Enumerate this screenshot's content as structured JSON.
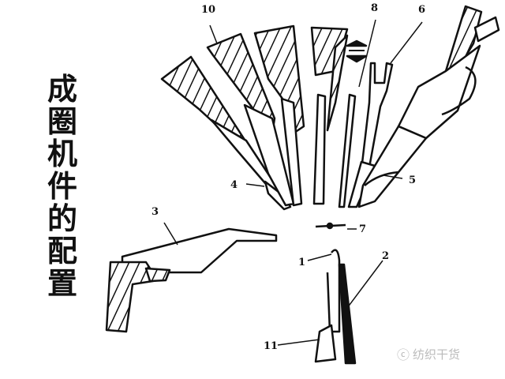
{
  "title_chars": [
    "成",
    "圈",
    "机",
    "件",
    "的",
    "配",
    "置"
  ],
  "labels": {
    "l1": "1",
    "l2": "2",
    "l3": "3",
    "l4": "4",
    "l5": "5",
    "l6": "6",
    "l7": "7",
    "l8": "8",
    "l10": "10",
    "l11": "11"
  },
  "watermark": "纺织干货"
}
